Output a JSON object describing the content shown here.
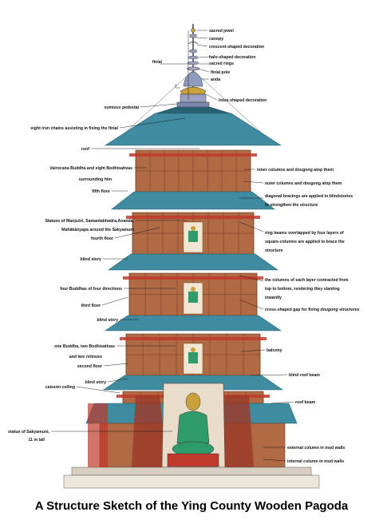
{
  "caption": "A Structure Sketch of the Ying County Wooden Pagoda",
  "labels": {
    "sacred_jewel": "sacred jewel",
    "canopy": "canopy",
    "crescent": "crescent-shaped decoration",
    "halo": "halo-shaped decoration",
    "sacred_rings": "sacred rings",
    "finial_pole": "finial pole",
    "anda": "anda",
    "finial": "finial",
    "lotus": "lotus-shaped decoration",
    "xumizuo": "xumizuo pedestal",
    "iron_chains": "eight iron chains assisting in fixing the finial",
    "roof": "roof",
    "vairocana_1": "Vairocana Buddha and eight Bodhisattvas",
    "vairocana_2": "surrounding him",
    "fifth_floor": "fifth floor",
    "statues_1": "Statues of Manjušrī, Samantabhadra,Ananda,",
    "statues_2": "Mahākāśyapa around the Śakyamuni",
    "fourth_floor": "fourth floor",
    "blind_story_1": "blind story",
    "four_buddhas": "four Buddhas of four directions",
    "third_floor": "third floor",
    "blind_story_2": "blind story",
    "one_buddha_1": "one Buddha, two Bodhisattvas",
    "one_buddha_2": "and two retinues",
    "second_floor": "second floor",
    "blind_story_3": "blind story",
    "caisson": "caisson ceiling",
    "statue_sakya_1": "statue of Sakyamuni,",
    "statue_sakya_2": "11 m tall",
    "inner_cols": "inner columns and dougong atop them",
    "outer_cols": "outer columns and dougong atop them",
    "diag_1": "diagonal bracings are applied in blindstories",
    "diag_2": "to strengthen the structure",
    "ring_1": "ring beams overlapped by four layers of",
    "ring_2": "square-columns are applied to brace the",
    "ring_3": "structure",
    "columns_1": "the columns of each layer contracted from",
    "columns_2": "top to bottom, rendering they slanting",
    "columns_3": "inwardly",
    "cross_1": "cross-shaped gap for fixing ",
    "cross_2": "dougong",
    "cross_3": " structures",
    "balcony": "balcony",
    "blind_roof_beam": "blind roof beam",
    "roof_beam": "roof beam",
    "ext_col": "external column in mud walls",
    "int_col": "internal column  in mud walls"
  },
  "colors": {
    "roof_blue": "#3f8ba0",
    "roof_dark": "#2a6073",
    "wood": "#b06a44",
    "wood_dark": "#6e3a22",
    "rail_red": "#c0392b",
    "buddha_green": "#2f9a6a",
    "base_red": "#9c3b2a",
    "gold": "#c9a13a",
    "lavender": "#9aa0c0"
  }
}
